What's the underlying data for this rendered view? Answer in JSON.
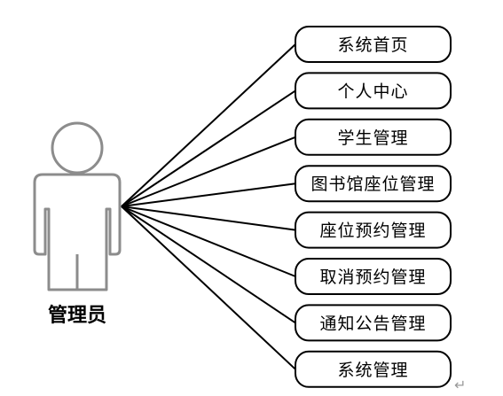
{
  "actor": {
    "label": "管理员"
  },
  "use_cases": [
    {
      "label": "系统首页"
    },
    {
      "label": "个人中心"
    },
    {
      "label": "学生管理"
    },
    {
      "label": "图书馆座位管理"
    },
    {
      "label": "座位预约管理"
    },
    {
      "label": "取消预约管理"
    },
    {
      "label": "通知公告管理"
    },
    {
      "label": "系统管理"
    }
  ],
  "colors": {
    "line": "#000000",
    "actor_outline": "#8c8c8c",
    "background": "#ffffff",
    "paragraph_mark": "#9a9a9a"
  },
  "paragraph_mark": "↵"
}
